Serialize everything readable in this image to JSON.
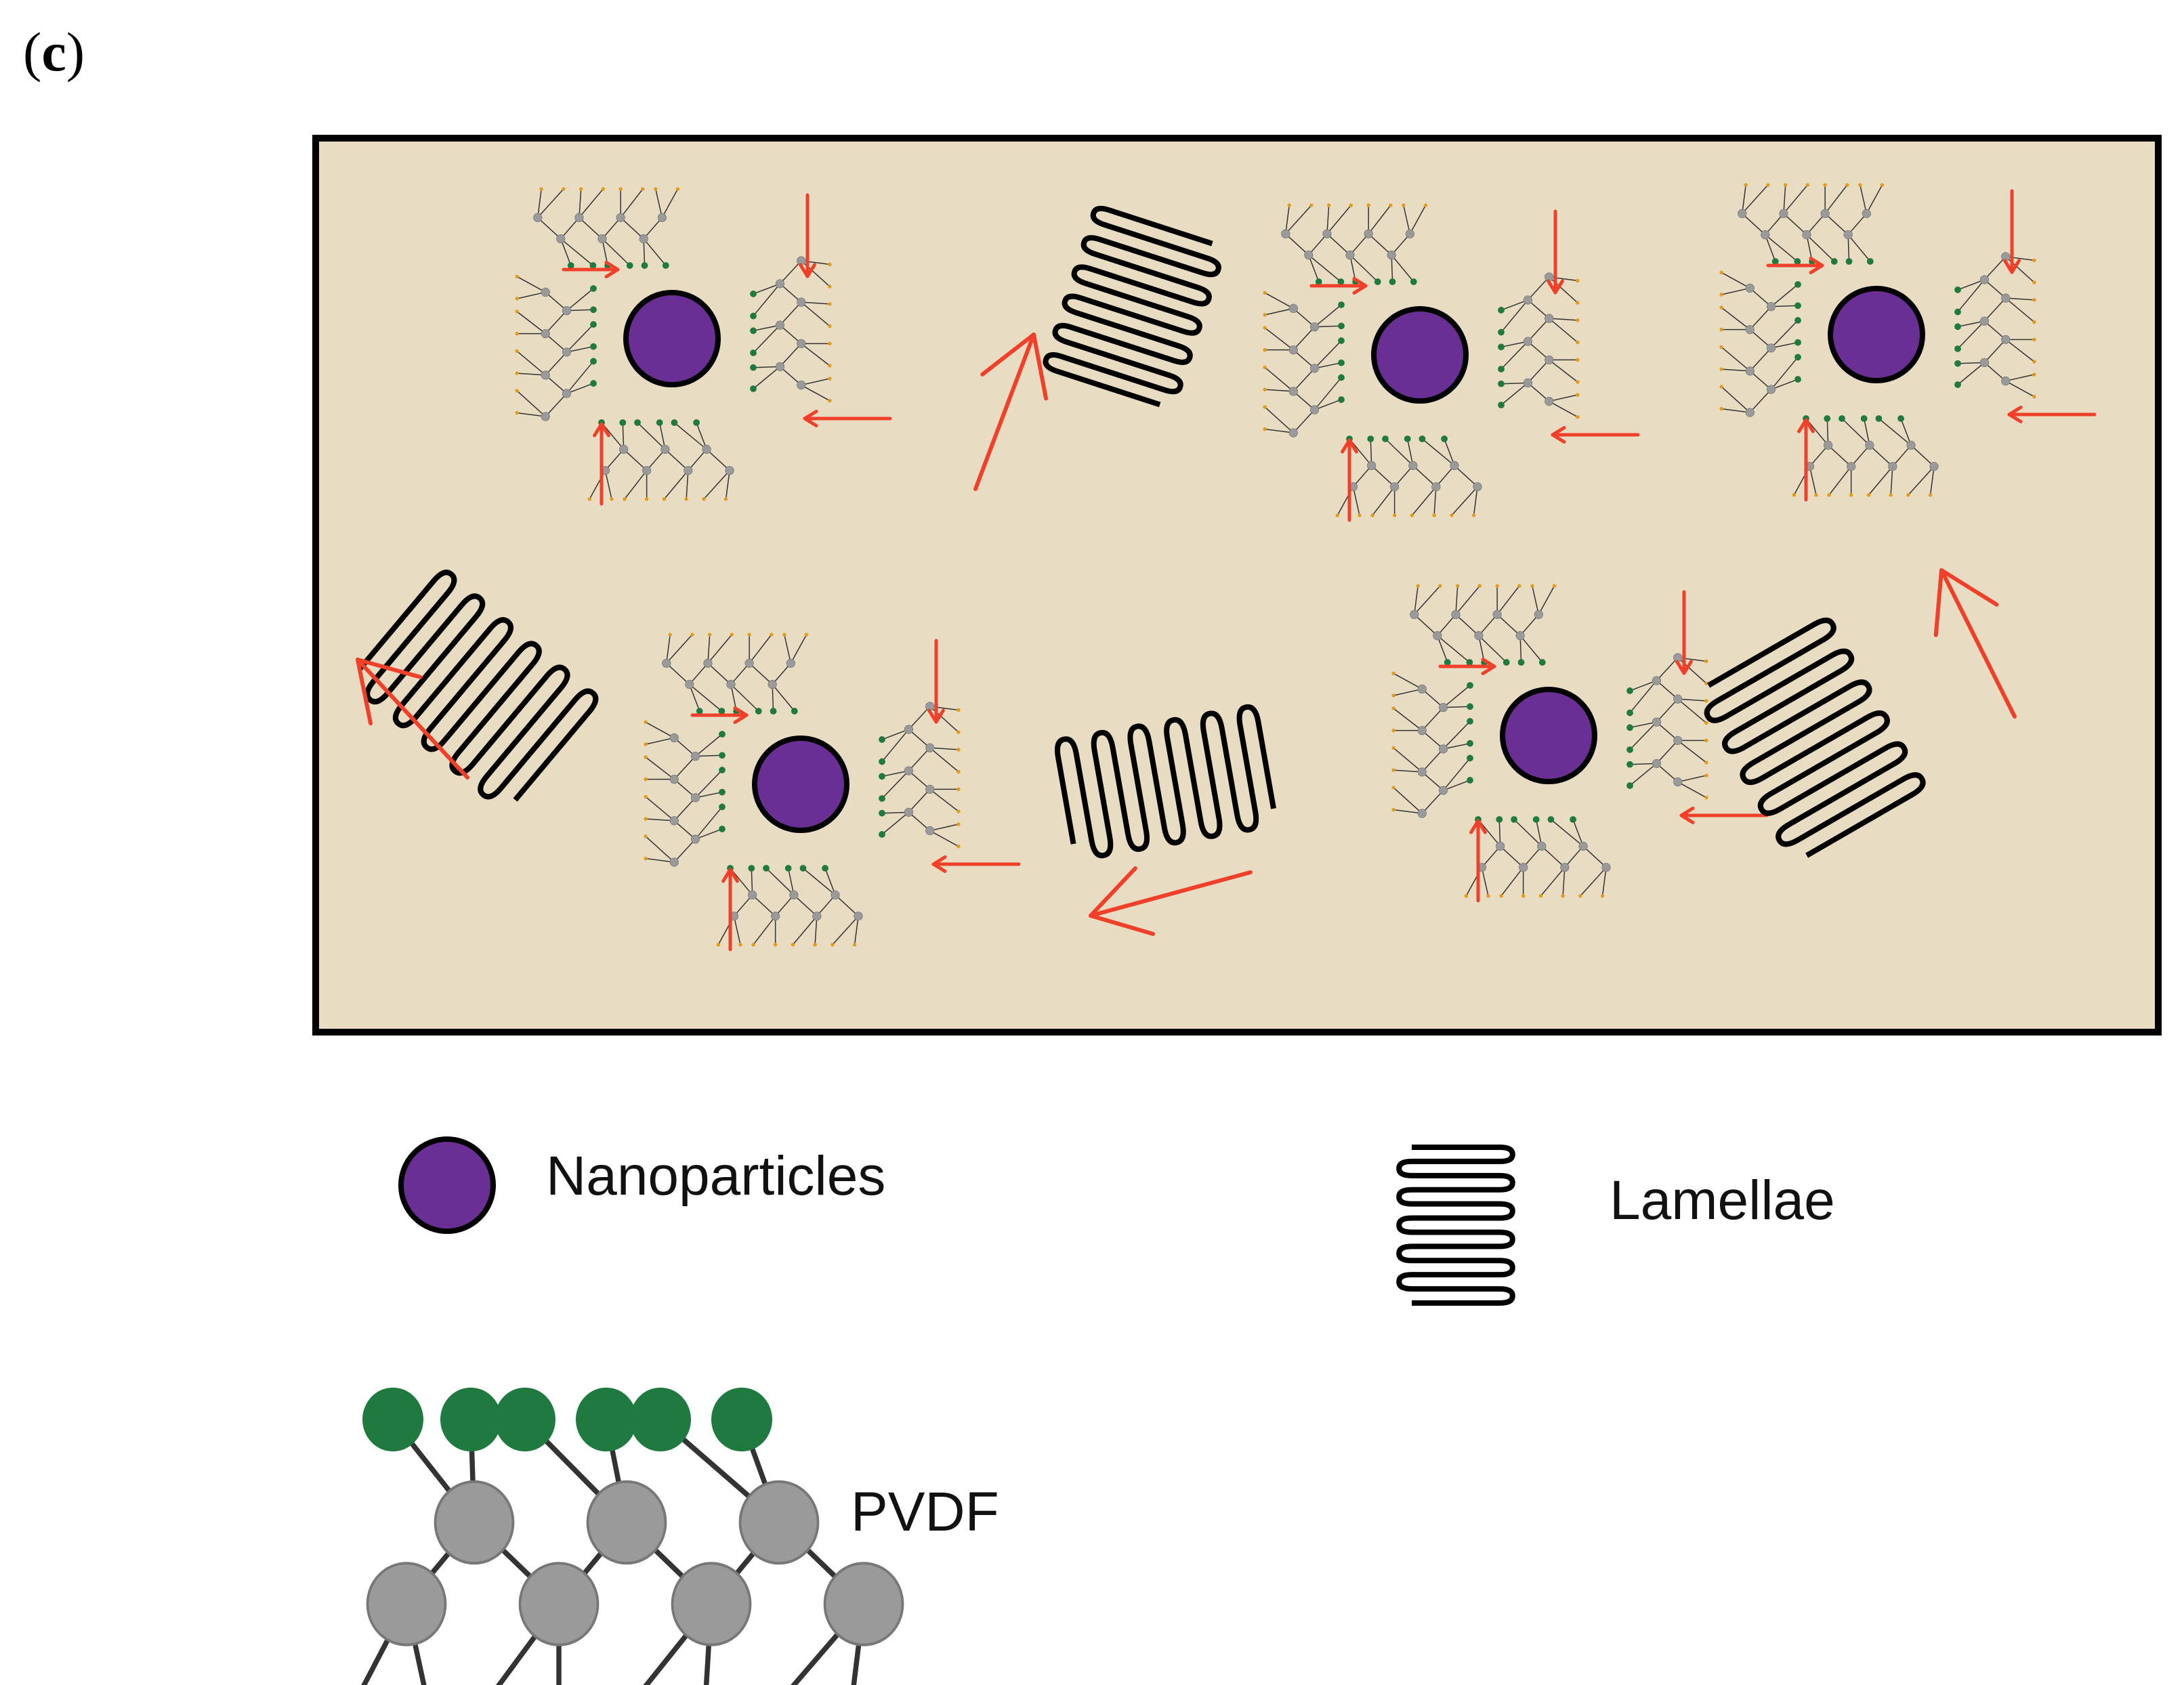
{
  "panel": {
    "open": "(",
    "letter": "c",
    "close": ")"
  },
  "colors": {
    "matrix_fill": "#e8dcc3",
    "border": "#000000",
    "nanoparticle": "#6a2f95",
    "arrow": "#f0402a",
    "green_bead": "#1f7a3f",
    "gray_bead": "#9a9a9a",
    "orange_bead": "#e39b1c",
    "line": "#000000"
  },
  "icons": [
    "nanoparticle-icon",
    "lamella-icon",
    "pvdf-chain-icon",
    "red-arrow-icon"
  ],
  "legend": {
    "nanoparticles": "Nanoparticles",
    "lamellae": "Lamellae",
    "pvdf": "PVDF"
  }
}
